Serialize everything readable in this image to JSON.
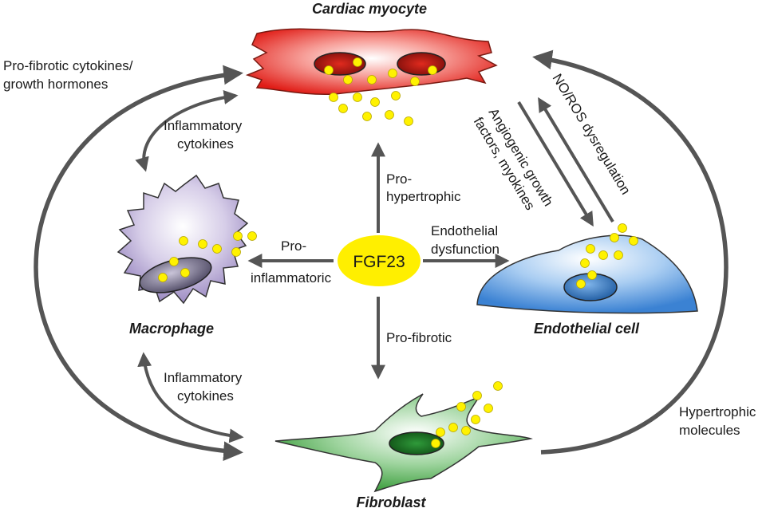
{
  "cells": {
    "cardiac_myocyte": "Cardiac myocyte",
    "macrophage": "Macrophage",
    "endothelial_cell": "Endothelial cell",
    "fibroblast": "Fibroblast"
  },
  "center": {
    "label": "FGF23",
    "color": "#ffef00"
  },
  "effects": {
    "pro_hypertrophic": [
      "Pro-",
      "hypertrophic"
    ],
    "pro_inflammatoric": [
      "Pro-",
      "inflammatoric"
    ],
    "endothelial_dysfunction": [
      "Endothelial",
      "dysfunction"
    ],
    "pro_fibrotic": "Pro-fibrotic"
  },
  "interactions": {
    "pro_fibrotic_cytokines": [
      "Pro-fibrotic cytokines/",
      "growth hormones"
    ],
    "inflammatory_cytokines_top": [
      "Inflammatory",
      "cytokines"
    ],
    "inflammatory_cytokines_bottom": [
      "Inflammatory",
      "cytokines"
    ],
    "hypertrophic_molecules": [
      "Hypertrophic",
      "molecules"
    ],
    "no_ros": "NO/ROS dysregulation",
    "angiogenic": [
      "Angiogenic growth",
      "factors, myokines"
    ]
  },
  "colors": {
    "myocyte": "#e8201a",
    "macrophage": "#a99ac9",
    "endothelial": "#3f86d6",
    "fibroblast": "#2f9a3a",
    "dot": "#fff200",
    "arrow": "#555555"
  }
}
